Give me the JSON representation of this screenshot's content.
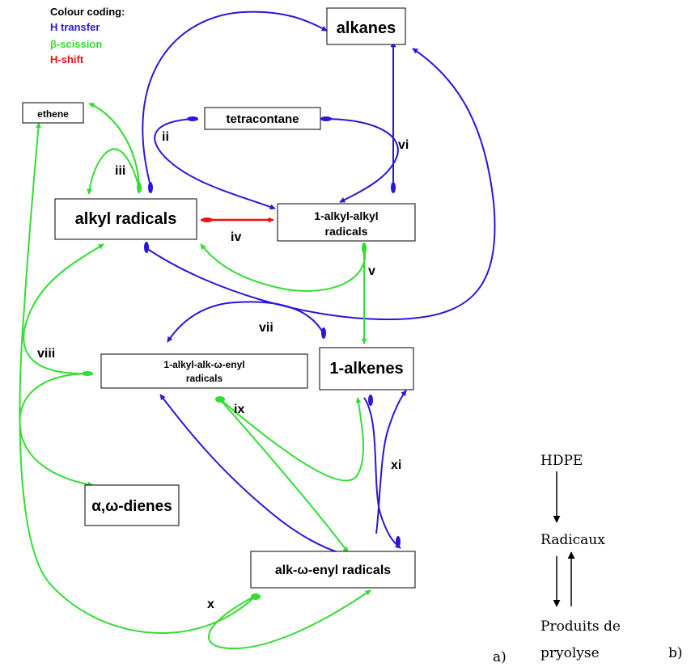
{
  "legend": {
    "title": "Colour coding:",
    "items": [
      {
        "label": "H transfer",
        "color": "#2a16d8"
      },
      {
        "label": "β-scission",
        "color": "#33dd33"
      },
      {
        "label": "H-shift",
        "color": "#ee1111"
      }
    ]
  },
  "nodes": {
    "alkanes": "alkanes",
    "ethene": "ethene",
    "tetracontane": "tetracontane",
    "alkyl_radicals": "alkyl radicals",
    "alkyl_alkyl_radicals_line1": "1-alkyl-alkyl",
    "alkyl_alkyl_radicals_line2": "radicals",
    "alkenyl_radicals_line1": "1-alkyl-alk-ω-enyl",
    "alkenyl_radicals_line2": "radicals",
    "alkenes": "1-alkenes",
    "dienes": "α,ω-dienes",
    "alk_enyl_radicals": "alk-ω-enyl radicals"
  },
  "reaction_labels": [
    "ii",
    "iii",
    "iv",
    "v",
    "vi",
    "vii",
    "viii",
    "ix",
    "x",
    "xi"
  ],
  "panel_b": {
    "hdpe": "HDPE",
    "radicaux": "Radicaux",
    "produits_line1": "Produits de",
    "produits_line2": "pryolyse"
  },
  "panel_labels": {
    "a": "a)",
    "b": "b)"
  }
}
